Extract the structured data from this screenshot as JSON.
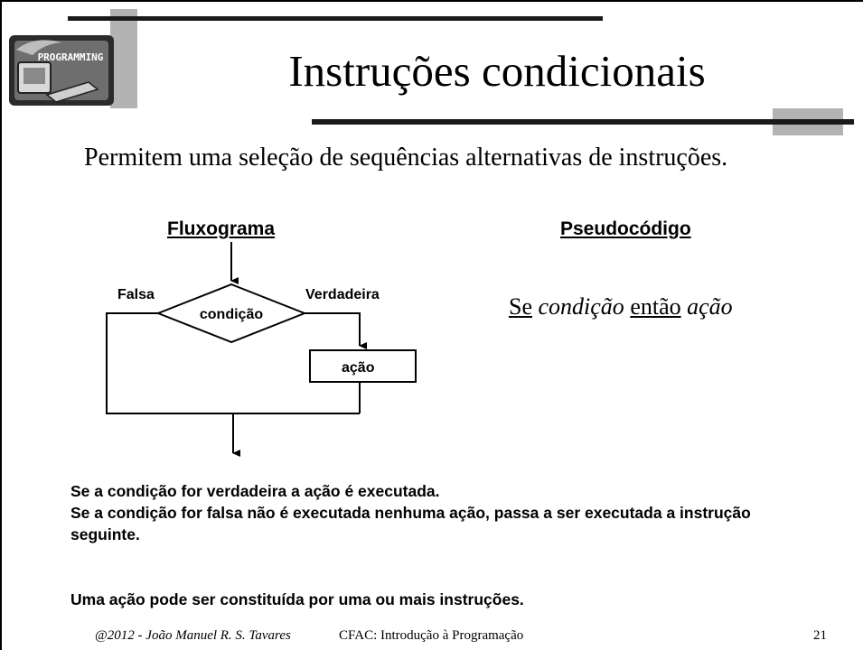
{
  "slide": {
    "title": "Instruções condicionais",
    "intro": "Permitem uma seleção de sequências alternativas de instruções.",
    "headers": {
      "flowchart": "Fluxograma",
      "pseudocode": "Pseudocódigo"
    },
    "flowchart": {
      "false_label": "Falsa",
      "true_label": "Verdadeira",
      "condition": "condição",
      "action": "ação"
    },
    "pseudocode": {
      "se": "Se",
      "condicao": "condição",
      "entao": "então",
      "acao": "ação"
    },
    "notes": [
      "Se a condição for verdadeira a ação é executada.",
      "Se a condição for falsa não é executada nenhuma ação, passa a ser executada a instrução seguinte.",
      "Uma ação pode ser constituída por uma ou mais instruções."
    ],
    "footer": {
      "author": "@2012 - João Manuel R. S. Tavares",
      "course": "CFAC: Introdução à Programação",
      "page": "21"
    },
    "logo_text": "PROGRAMMING"
  }
}
